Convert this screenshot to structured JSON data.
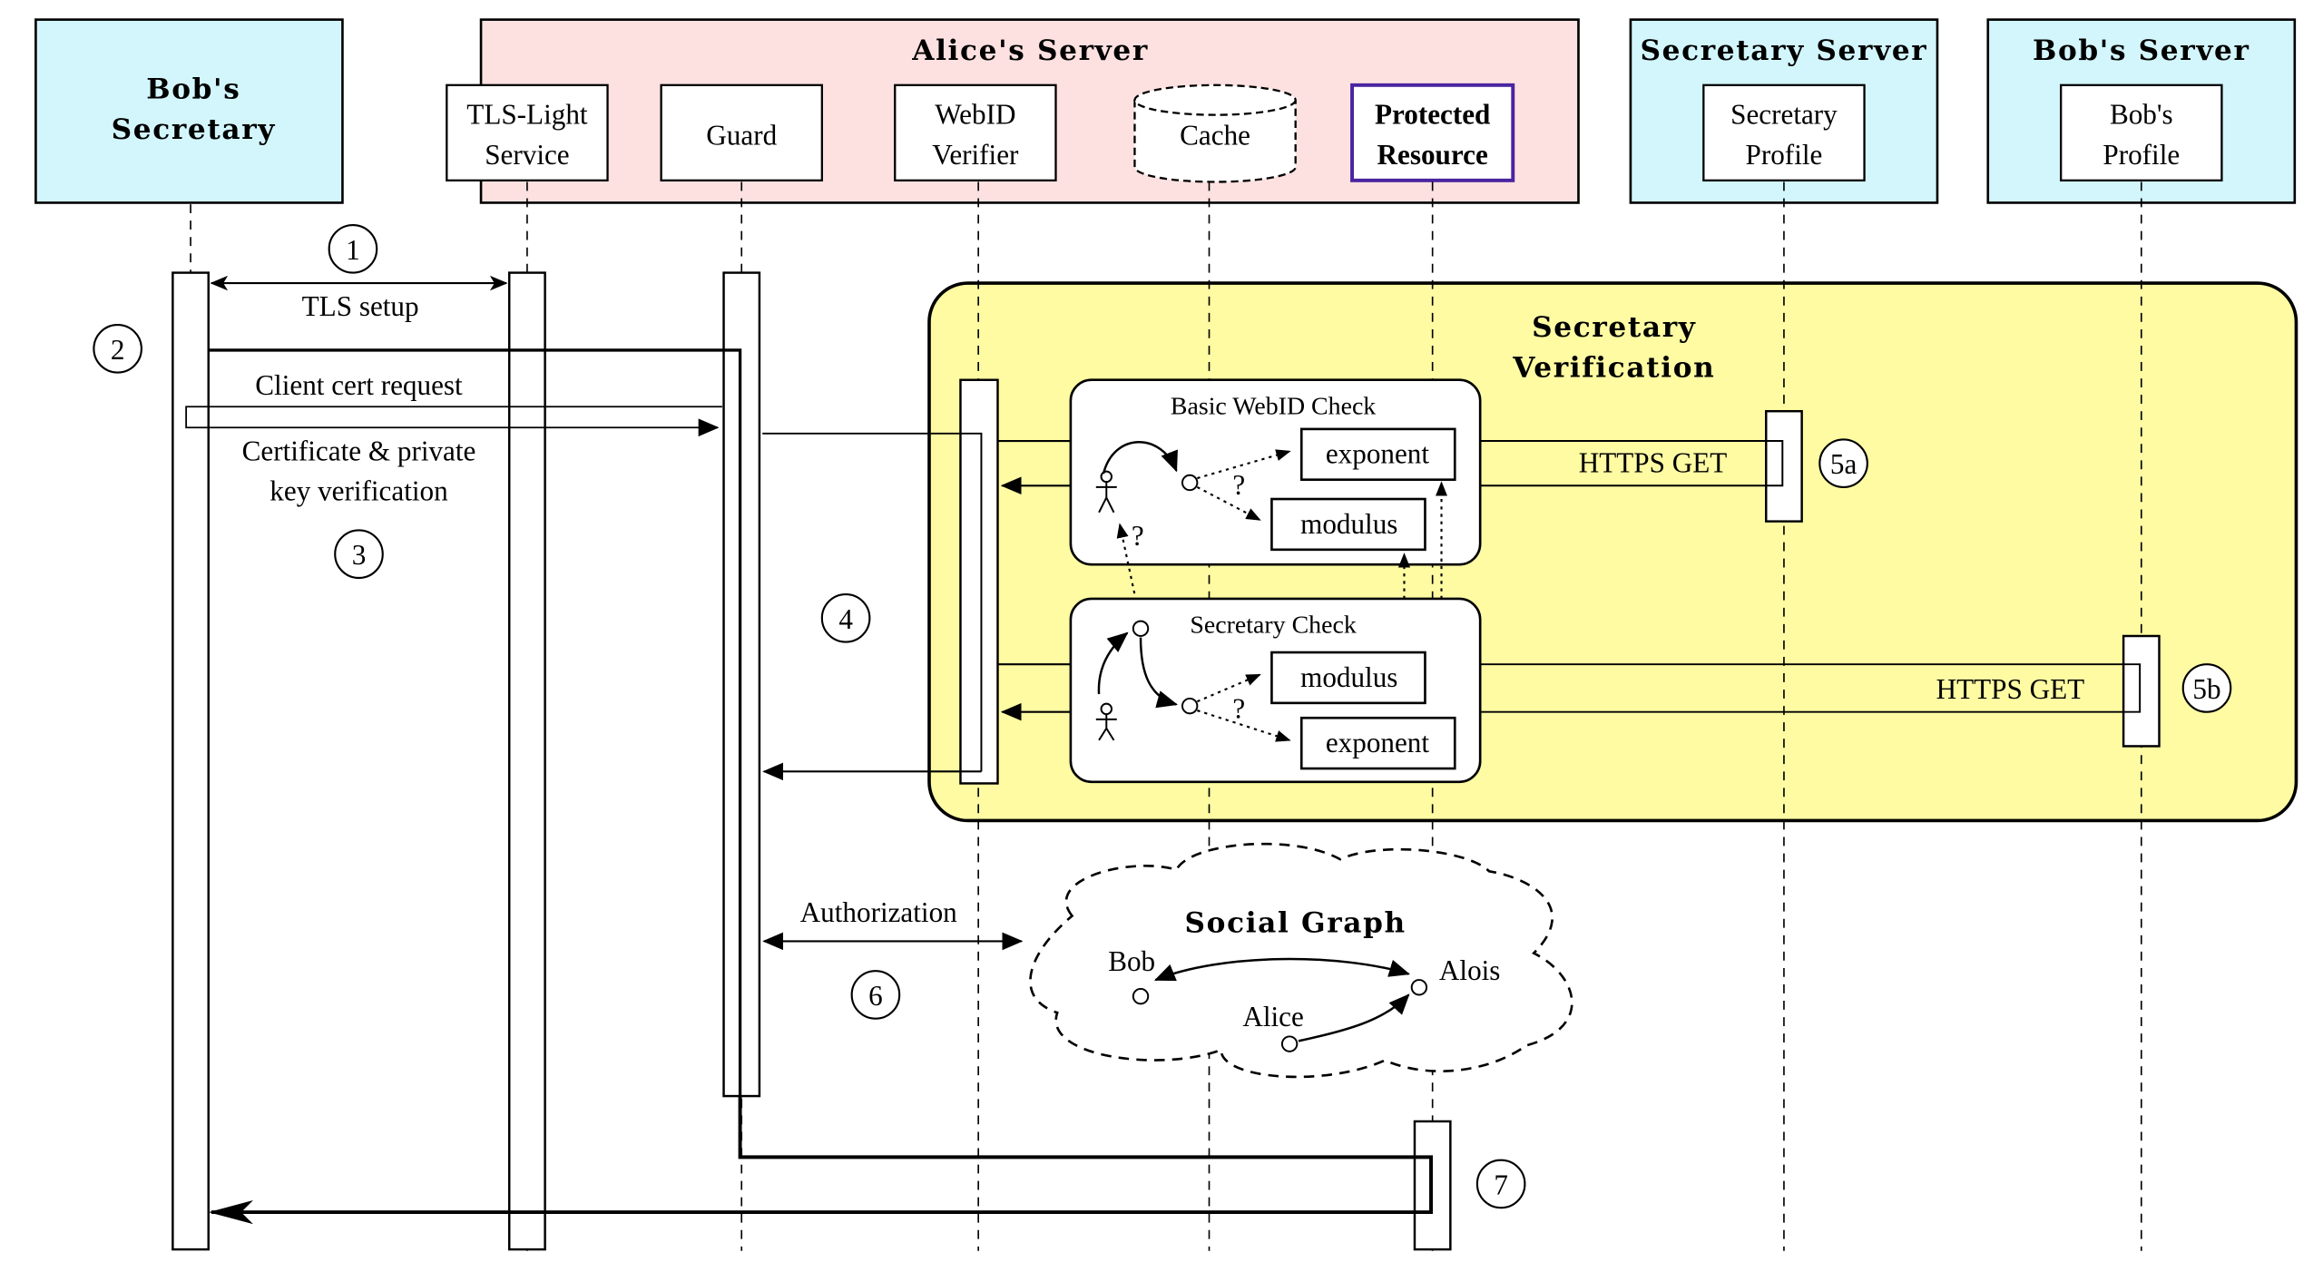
{
  "colors": {
    "client_fill": "#d2f6fc",
    "alice_fill": "#fde1e1",
    "verification_fill": "#fefba3",
    "protected_border": "#4a24a0",
    "line": "#000000"
  },
  "participants": {
    "bobs_secretary": "Bob's Secretary",
    "bobs_secretary_l1": "Bob's",
    "bobs_secretary_l2": "Secretary",
    "alice_server": "Alice's Server",
    "tls_l1": "TLS-Light",
    "tls_l2": "Service",
    "guard": "Guard",
    "webid_l1": "WebID",
    "webid_l2": "Verifier",
    "cache": "Cache",
    "protected_l1": "Protected",
    "protected_l2": "Resource",
    "secretary_server": "Secretary Server",
    "secretary_profile_l1": "Secretary",
    "secretary_profile_l2": "Profile",
    "bob_server": "Bob's Server",
    "bob_profile_l1": "Bob's",
    "bob_profile_l2": "Profile"
  },
  "messages": {
    "tls_setup": "TLS setup",
    "client_cert_request": "Client cert request",
    "cert_verif_l1": "Certificate & private",
    "cert_verif_l2": "key verification",
    "https_get_a": "HTTPS GET",
    "https_get_b": "HTTPS GET",
    "authorization": "Authorization"
  },
  "steps": [
    "1",
    "2",
    "3",
    "4",
    "5a",
    "5b",
    "6",
    "7"
  ],
  "verification": {
    "title_l1": "Secretary",
    "title_l2": "Verification",
    "basic_check": "Basic WebID Check",
    "secretary_check": "Secretary Check",
    "exponent": "exponent",
    "modulus": "modulus",
    "question": "?"
  },
  "social_graph": {
    "title": "Social Graph",
    "nodes": [
      "Bob",
      "Alois",
      "Alice"
    ]
  }
}
